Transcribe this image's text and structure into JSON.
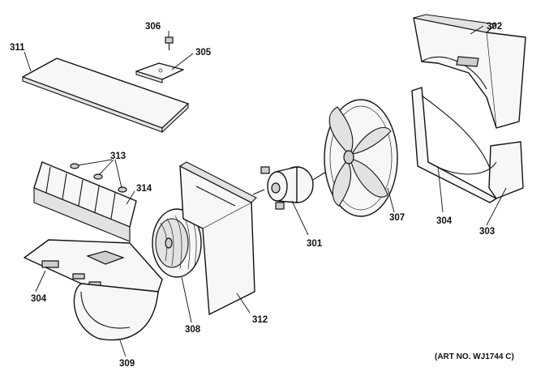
{
  "callouts": {
    "c306": "306",
    "c305": "305",
    "c311": "311",
    "c302": "302",
    "c313": "313",
    "c314": "314",
    "c301": "301",
    "c307": "307",
    "c304_right": "304",
    "c303": "303",
    "c304_left": "304",
    "c308": "308",
    "c312": "312",
    "c309": "309"
  },
  "art_number": "(ART NO. WJ1744 C)"
}
